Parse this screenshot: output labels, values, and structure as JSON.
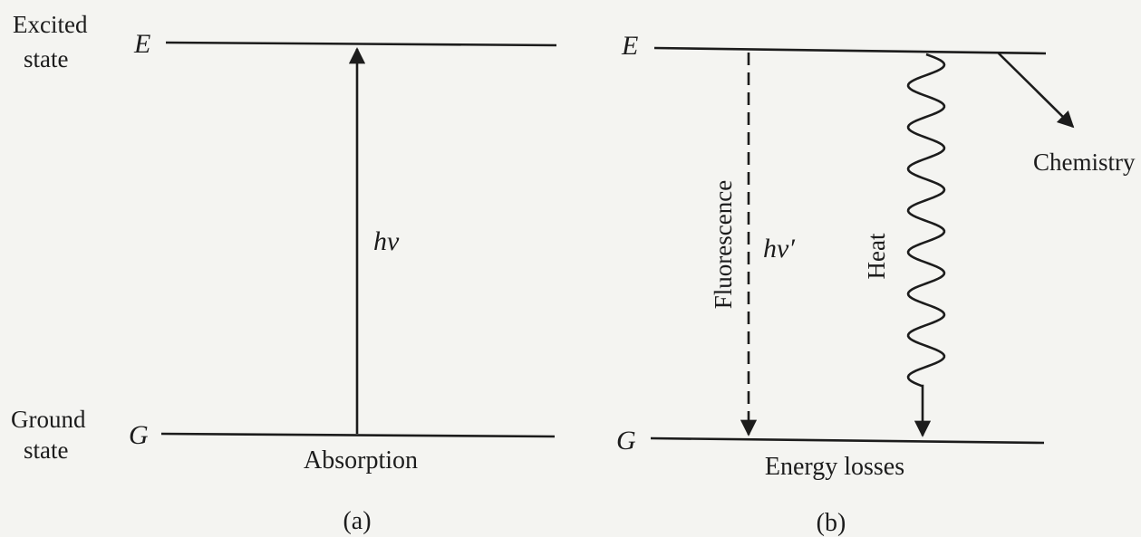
{
  "panel_a": {
    "excited_label_1": "Excited",
    "excited_label_2": "state",
    "ground_label_1": "Ground",
    "ground_label_2": "state",
    "upper_level_symbol": "E",
    "lower_level_symbol": "G",
    "photon_label": "hν",
    "process_label": "Absorption",
    "caption": "(a)"
  },
  "panel_b": {
    "upper_level_symbol": "E",
    "lower_level_symbol": "G",
    "fluorescence_label": "Fluorescence",
    "photon_label": "hν′",
    "heat_label": "Heat",
    "chemistry_label": "Chemistry",
    "process_label": "Energy losses",
    "caption": "(b)"
  },
  "colors": {
    "ink": "#1c1c1c",
    "paper": "#f4f4f1"
  }
}
